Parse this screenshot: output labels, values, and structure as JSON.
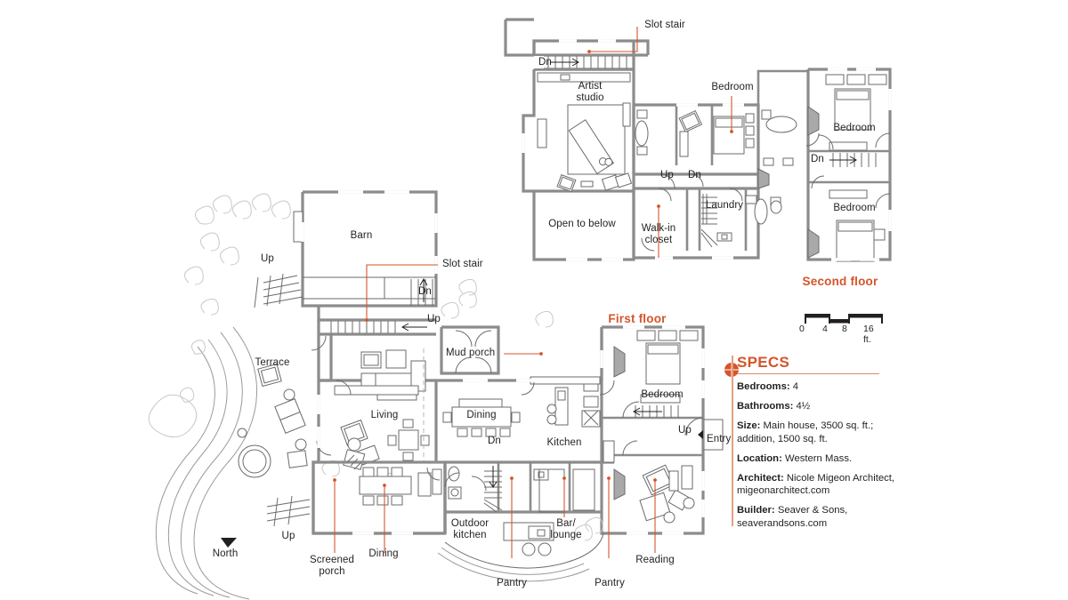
{
  "plan": {
    "title_first_floor": "First floor",
    "title_second_floor": "Second floor",
    "north_label": "North",
    "accent_color": "#d4552a",
    "wall_color": "#8c8c8c",
    "line_color": "#231f20"
  },
  "scale": {
    "ticks": [
      "0",
      "4",
      "8",
      "16 ft."
    ],
    "unit": "ft."
  },
  "second_floor": {
    "rooms": [
      {
        "name": "Artist studio",
        "label": "Artist\nstudio"
      },
      {
        "name": "Open to below",
        "label": "Open to below"
      },
      {
        "name": "Laundry",
        "label": "Laundry"
      },
      {
        "name": "Bedroom upper",
        "label": "Bedroom"
      },
      {
        "name": "Bedroom right mid",
        "label": "Bedroom"
      },
      {
        "name": "Bedroom right lower",
        "label": "Bedroom"
      }
    ],
    "callouts": [
      {
        "name": "slot-stair",
        "label": "Slot stair"
      },
      {
        "name": "walk-in-closet",
        "label": "Walk-in\ncloset"
      }
    ],
    "stair_markers": [
      {
        "name": "dn-slot-stair",
        "label": "Dn"
      },
      {
        "name": "up-hall",
        "label": "Up"
      },
      {
        "name": "dn-hall",
        "label": "Dn"
      },
      {
        "name": "dn-right",
        "label": "Dn"
      }
    ]
  },
  "first_floor": {
    "rooms": [
      {
        "name": "Barn",
        "label": "Barn"
      },
      {
        "name": "Terrace",
        "label": "Terrace"
      },
      {
        "name": "Living",
        "label": "Living"
      },
      {
        "name": "Dining interior",
        "label": "Dining"
      },
      {
        "name": "Kitchen",
        "label": "Kitchen"
      },
      {
        "name": "Bedroom",
        "label": "Bedroom"
      },
      {
        "name": "Reading",
        "label": "Reading"
      },
      {
        "name": "Outdoor kitchen",
        "label": "Outdoor\nkitchen"
      },
      {
        "name": "Bar lounge",
        "label": "Bar/\nlounge"
      },
      {
        "name": "Screened porch",
        "label": "Screened\nporch"
      },
      {
        "name": "Dining porch",
        "label": "Dining"
      }
    ],
    "callouts": [
      {
        "name": "slot-stair",
        "label": "Slot stair"
      },
      {
        "name": "mud-porch",
        "label": "Mud porch"
      },
      {
        "name": "pantry-left",
        "label": "Pantry"
      },
      {
        "name": "pantry-right",
        "label": "Pantry"
      }
    ],
    "stair_markers": [
      {
        "name": "up-barn-terrace",
        "label": "Up"
      },
      {
        "name": "dn-barn",
        "label": "Dn"
      },
      {
        "name": "up-barn-stair",
        "label": "Up"
      },
      {
        "name": "dn-center",
        "label": "Dn"
      },
      {
        "name": "up-entry",
        "label": "Up"
      },
      {
        "name": "up-porch",
        "label": "Up"
      }
    ],
    "entry_label": "Entry"
  },
  "specs": {
    "heading": "SPECS",
    "items": [
      {
        "label": "Bedrooms:",
        "value": " 4"
      },
      {
        "label": "Bathrooms:",
        "value": " 4½"
      },
      {
        "label": "Size:",
        "value": " Main house, 3500 sq. ft.; addition, 1500 sq. ft."
      },
      {
        "label": "Location:",
        "value": " Western Mass."
      },
      {
        "label": "Architect:",
        "value": " Nicole Migeon Architect, migeonarchitect.com"
      },
      {
        "label": "Builder:",
        "value": " Seaver & Sons, seaverandsons.com"
      }
    ]
  }
}
